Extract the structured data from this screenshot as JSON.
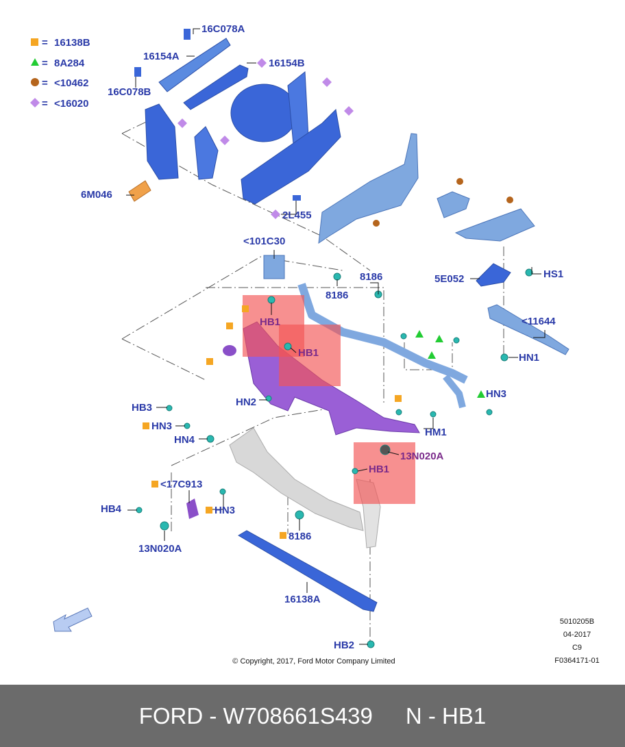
{
  "legend": [
    {
      "symbol": "square",
      "color": "#f5a623",
      "code": "16138B"
    },
    {
      "symbol": "triangle",
      "color": "#22cc33",
      "code": "8A284"
    },
    {
      "symbol": "circle",
      "color": "#b5651d",
      "code": "<10462"
    },
    {
      "symbol": "diamond",
      "color": "#c08ae8",
      "code": "<16020"
    }
  ],
  "callouts": {
    "c16c078a": "16C078A",
    "c16154a": "16154A",
    "c16154b": "16154B",
    "c16c078b": "16C078B",
    "c6m046": "6M046",
    "c2l455": "2L455",
    "c101c30": "<101C30",
    "c8186a": "8186",
    "c8186b": "8186",
    "c5e052": "5E052",
    "chs1": "HS1",
    "c11644": "<11644",
    "chn1": "HN1",
    "chb1a": "HB1",
    "chb1b": "HB1",
    "chb1c": "HB1",
    "chn3a": "HN3",
    "chb3": "HB3",
    "chn3b": "HN3",
    "chn2": "HN2",
    "chn4": "HN4",
    "chm1": "HM1",
    "c13n020a": "13N020A",
    "c17c913": "<17C913",
    "chn3c": "HN3",
    "chb4": "HB4",
    "c13n020b": "13N020A",
    "c8186c": "8186",
    "c16138a": "16138A",
    "chb2": "HB2"
  },
  "meta": {
    "code1": "5010205B",
    "date": "04-2017",
    "rev": "C9",
    "ref": "F0364171-01",
    "copyright": "© Copyright, 2017, Ford Motor Company Limited"
  },
  "footer": {
    "brand_part": "FORD - W708661S439",
    "part_name": "N - HB1"
  },
  "colors": {
    "part_blue": "#3a66d8",
    "part_light_blue": "#7fa8df",
    "part_purple": "#9a5fd6",
    "part_gray": "#d8d8d8",
    "fastener_teal": "#29b8b0",
    "highlight_red": "#f25555",
    "label_blue": "#2a3aa8",
    "footer_bg": "#6b6b6b"
  }
}
